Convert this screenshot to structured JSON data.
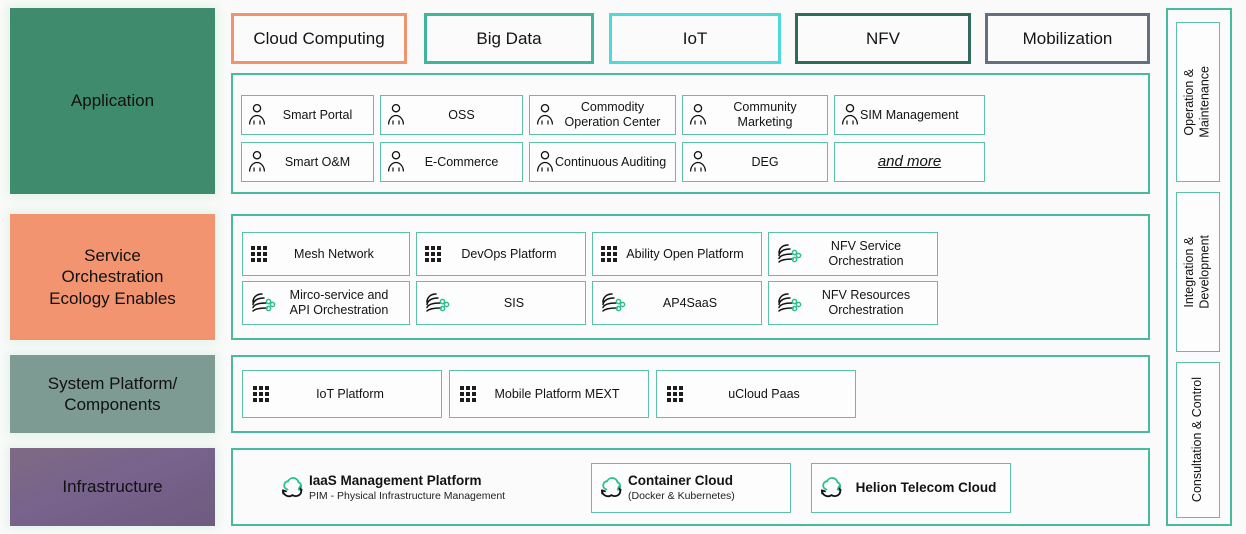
{
  "layers": [
    {
      "name": "application",
      "label": "Application",
      "color": "#3e8b6e"
    },
    {
      "name": "service",
      "label": "Service\nOrchestration\nEcology Enables",
      "color": "#f2946f"
    },
    {
      "name": "system",
      "label": "System Platform/\nComponents",
      "color": "#7e9b93"
    },
    {
      "name": "infrastructure",
      "label": "Infrastructure",
      "color": "#77638c"
    }
  ],
  "categories": [
    {
      "label": "Cloud Computing",
      "border": "#f1936d"
    },
    {
      "label": "Big Data",
      "border": "#3fb699"
    },
    {
      "label": "IoT",
      "border": "#4fd9d9"
    },
    {
      "label": "NFV",
      "border": "#2f6b5c"
    },
    {
      "label": "Mobilization",
      "border": "#63707f"
    }
  ],
  "application": {
    "tiles": [
      {
        "label": "Smart Portal",
        "icon": "person-icon"
      },
      {
        "label": "OSS",
        "icon": "person-icon"
      },
      {
        "label": "Commodity\nOperation Center",
        "icon": "person-icon"
      },
      {
        "label": "Community\nMarketing",
        "icon": "person-icon"
      },
      {
        "label": "SIM Management",
        "icon": "person-icon"
      },
      {
        "label": "Smart O&M",
        "icon": "person-icon"
      },
      {
        "label": "E-Commerce",
        "icon": "person-icon"
      },
      {
        "label": "Continuous Auditing",
        "icon": "person-icon"
      },
      {
        "label": "DEG",
        "icon": "person-icon"
      },
      {
        "label": "and more",
        "icon": "none",
        "emphasis": true
      }
    ]
  },
  "service": {
    "tiles": [
      {
        "label": "Mesh Network",
        "icon": "grid-dots-icon"
      },
      {
        "label": "DevOps Platform",
        "icon": "grid-dots-icon"
      },
      {
        "label": "Ability Open Platform",
        "icon": "grid-dots-icon"
      },
      {
        "label": "NFV Service\nOrchestration",
        "icon": "orchestration-icon"
      },
      {
        "label": "Mirco-service and\nAPI Orchestration",
        "icon": "orchestration-icon"
      },
      {
        "label": "SIS",
        "icon": "orchestration-icon"
      },
      {
        "label": "AP4SaaS",
        "icon": "orchestration-icon"
      },
      {
        "label": "NFV Resources\nOrchestration",
        "icon": "orchestration-icon"
      }
    ]
  },
  "system": {
    "tiles": [
      {
        "label": "IoT Platform",
        "icon": "grid-dots-icon"
      },
      {
        "label": "Mobile Platform MEXT",
        "icon": "grid-dots-icon"
      },
      {
        "label": "uCloud Paas",
        "icon": "grid-dots-icon"
      }
    ]
  },
  "infrastructure": {
    "tiles": [
      {
        "label": "IaaS Management Platform",
        "sub": "PIM - Physical Infrastructure Management",
        "icon": "cloud-sync-icon",
        "boxed": false
      },
      {
        "label": "Container Cloud",
        "sub": "(Docker & Kubernetes)",
        "icon": "cloud-sync-icon",
        "boxed": true
      },
      {
        "label": "Helion Telecom Cloud",
        "sub": "",
        "icon": "cloud-sync-icon",
        "boxed": true
      }
    ]
  },
  "rail": {
    "cells": [
      {
        "label": "Operation &\nMaintenance"
      },
      {
        "label": "Integration &\nDevelopment"
      },
      {
        "label": "Consultation & Control"
      }
    ]
  }
}
